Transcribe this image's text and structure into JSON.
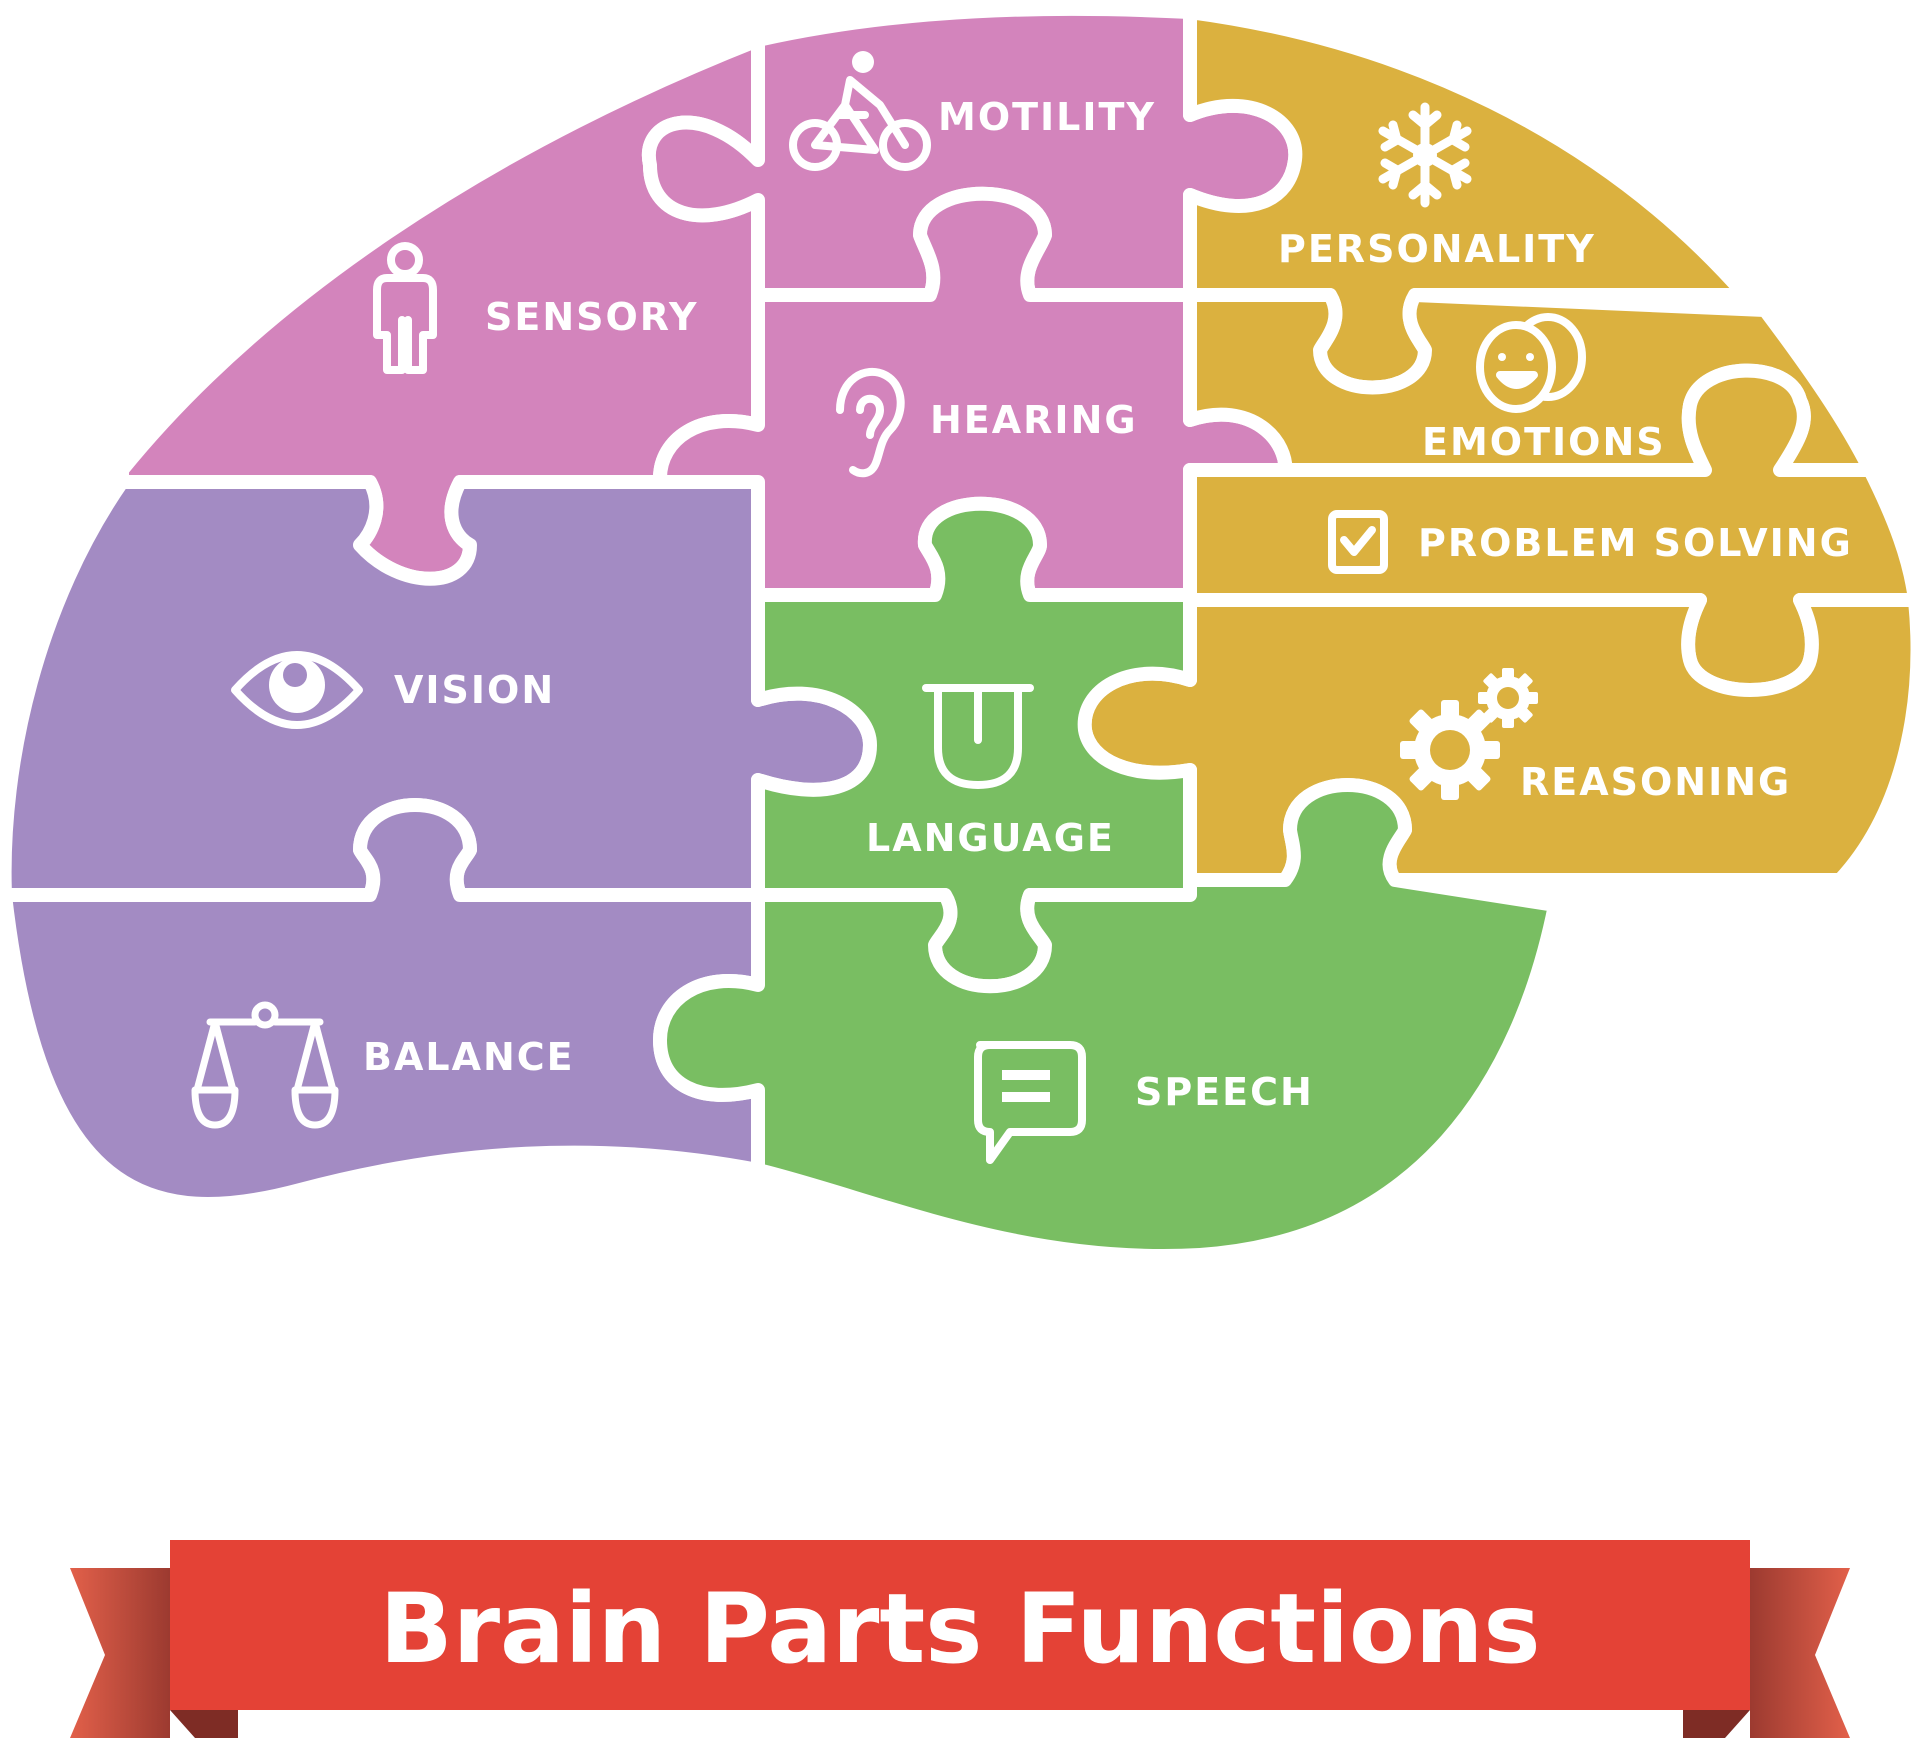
{
  "title": "Brain Parts Functions",
  "colors": {
    "pink": "#D384BC",
    "purple": "#A38BC3",
    "green": "#79BE62",
    "gold": "#DBB13F",
    "banner_red": "#E44236",
    "banner_dark": "#A9382F",
    "separator": "#FFFFFF"
  },
  "regions": [
    {
      "id": "sensory",
      "label": "SENSORY",
      "icon": "person-icon",
      "color": "pink"
    },
    {
      "id": "motility",
      "label": "MOTILITY",
      "icon": "bicycle-icon",
      "color": "pink"
    },
    {
      "id": "hearing",
      "label": "HEARING",
      "icon": "ear-icon",
      "color": "pink"
    },
    {
      "id": "personality",
      "label": "PERSONALITY",
      "icon": "snowflake-icon",
      "color": "gold"
    },
    {
      "id": "emotions",
      "label": "EMOTIONS",
      "icon": "masks-icon",
      "color": "gold"
    },
    {
      "id": "problem_solving",
      "label": "PROBLEM SOLVING",
      "icon": "checkbox-icon",
      "color": "gold"
    },
    {
      "id": "reasoning",
      "label": "REASONING",
      "icon": "gears-icon",
      "color": "gold"
    },
    {
      "id": "vision",
      "label": "VISION",
      "icon": "eye-icon",
      "color": "purple"
    },
    {
      "id": "balance",
      "label": "BALANCE",
      "icon": "scales-icon",
      "color": "purple"
    },
    {
      "id": "language",
      "label": "LANGUAGE",
      "icon": "tongue-icon",
      "color": "green"
    },
    {
      "id": "speech",
      "label": "SPEECH",
      "icon": "speech-bubble-icon",
      "color": "green"
    }
  ]
}
